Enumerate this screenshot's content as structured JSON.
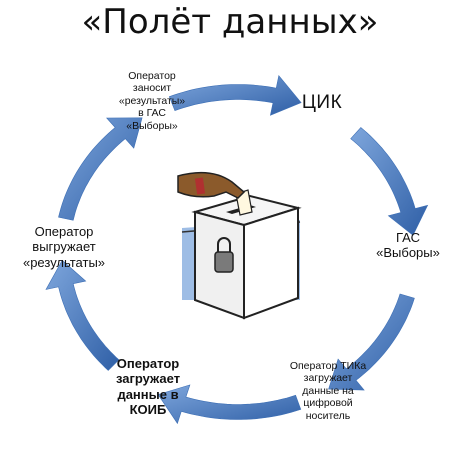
{
  "title": "«Полёт данных»",
  "steps": {
    "operator_enters": "Оператор\nзаносит\n«результаты»\nв ГАС\n«Выборы»",
    "cik": "ЦИК",
    "gas": "ГАС\n«Выборы»",
    "tik_operator": "Оператор ТИКа\nзагружает\nданные на\nцифровой\nноситель",
    "koib_operator": "Оператор\nзагружает\nданные в\nКОИБ",
    "operator_exports": "Оператор\nвыгружает\n«результаты»"
  },
  "icons": {
    "center": "ballot-box-icon",
    "arrow": "curved-arrow-icon"
  },
  "colors": {
    "arrow": "#3d6fb5",
    "arrow_light": "#6f9ad6",
    "box_top": "#7fa7d9"
  }
}
